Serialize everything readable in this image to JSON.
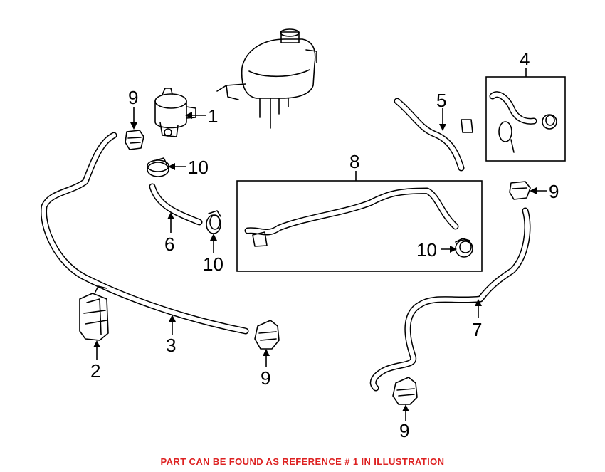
{
  "callouts": {
    "c1": "1",
    "c2": "2",
    "c3": "3",
    "c4": "4",
    "c5": "5",
    "c6": "6",
    "c7": "7",
    "c8": "8",
    "c9a": "9",
    "c9b": "9",
    "c9c": "9",
    "c9d": "9",
    "c10a": "10",
    "c10b": "10",
    "c10c": "10"
  },
  "footer": {
    "note": "PART CAN BE FOUND AS REFERENCE # 1 IN ILLUSTRATION"
  },
  "colors": {
    "footer_text": "#dd2222",
    "line_art": "#000000",
    "background": "#ffffff"
  }
}
